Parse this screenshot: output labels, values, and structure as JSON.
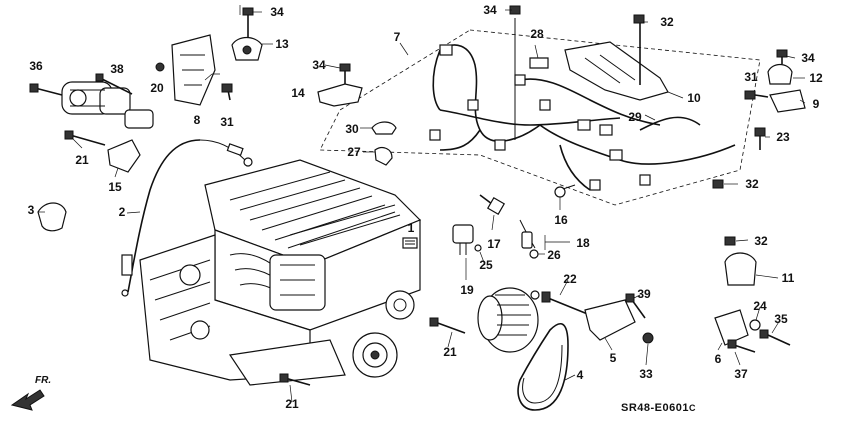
{
  "diagram": {
    "code": "SR48-E0601",
    "code_suffix": "C",
    "direction_label": "FR.",
    "callouts": [
      {
        "id": "c34a",
        "text": "34"
      },
      {
        "id": "c13",
        "text": "13"
      },
      {
        "id": "c34b",
        "text": "34"
      },
      {
        "id": "c32a",
        "text": "32"
      },
      {
        "id": "c36",
        "text": "36"
      },
      {
        "id": "c38",
        "text": "38"
      },
      {
        "id": "c20",
        "text": "20"
      },
      {
        "id": "c8",
        "text": "8"
      },
      {
        "id": "c31a",
        "text": "31"
      },
      {
        "id": "c14",
        "text": "14"
      },
      {
        "id": "c34c",
        "text": "34"
      },
      {
        "id": "c7",
        "text": "7"
      },
      {
        "id": "c28",
        "text": "28"
      },
      {
        "id": "c34d",
        "text": "34"
      },
      {
        "id": "c12",
        "text": "12"
      },
      {
        "id": "c31b",
        "text": "31"
      },
      {
        "id": "c9",
        "text": "9"
      },
      {
        "id": "c10",
        "text": "10"
      },
      {
        "id": "c29",
        "text": "29"
      },
      {
        "id": "c23",
        "text": "23"
      },
      {
        "id": "c30",
        "text": "30"
      },
      {
        "id": "c27",
        "text": "27"
      },
      {
        "id": "c21a",
        "text": "21"
      },
      {
        "id": "c15",
        "text": "15"
      },
      {
        "id": "c3",
        "text": "3"
      },
      {
        "id": "c2",
        "text": "2"
      },
      {
        "id": "c1",
        "text": "1"
      },
      {
        "id": "c17",
        "text": "17"
      },
      {
        "id": "c16",
        "text": "16"
      },
      {
        "id": "c32b",
        "text": "32"
      },
      {
        "id": "c18",
        "text": "18"
      },
      {
        "id": "c26",
        "text": "26"
      },
      {
        "id": "c25",
        "text": "25"
      },
      {
        "id": "c19",
        "text": "19"
      },
      {
        "id": "c32c",
        "text": "32"
      },
      {
        "id": "c11",
        "text": "11"
      },
      {
        "id": "c22",
        "text": "22"
      },
      {
        "id": "c39",
        "text": "39"
      },
      {
        "id": "c24",
        "text": "24"
      },
      {
        "id": "c35",
        "text": "35"
      },
      {
        "id": "c5",
        "text": "5"
      },
      {
        "id": "c6",
        "text": "6"
      },
      {
        "id": "c37",
        "text": "37"
      },
      {
        "id": "c33",
        "text": "33"
      },
      {
        "id": "c21b",
        "text": "21"
      },
      {
        "id": "c4",
        "text": "4"
      },
      {
        "id": "c21c",
        "text": "21"
      }
    ]
  }
}
